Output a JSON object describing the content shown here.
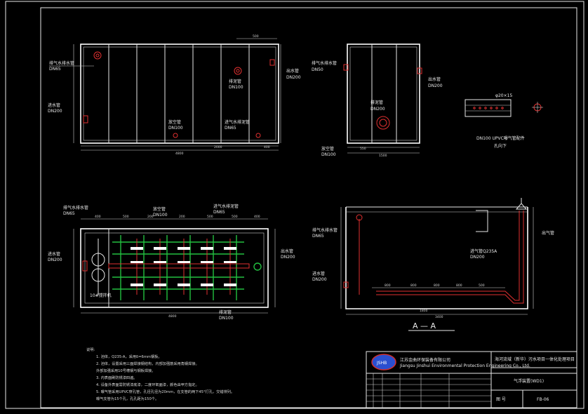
{
  "labels": {
    "exhaust_pipe": "排气水排水管",
    "dn65": "DN65",
    "inlet_pipe": "进水管",
    "dn200": "DN200",
    "outlet_pipe": "出水管",
    "drain_pipe": "排泥管",
    "dn100": "DN100",
    "vent_pipe": "放空管",
    "dn50": "DN50",
    "air_pipe": "进气水排泥管",
    "dn100_upvc": "DN100 UPVC曝气管配件",
    "hole_spec": "φ20×15",
    "hole_note": "孔向下",
    "aerator": "10#搅拌机",
    "gas_pipe": "进气管Q235A",
    "section": "A — A",
    "side_label": "出气管"
  },
  "dims": {
    "d500": "500",
    "d400": "400",
    "d4800": "4800",
    "d2000": "2000",
    "d1500": "1500",
    "d550": "550",
    "d200": "200",
    "d800": "800",
    "d3400": "3400",
    "d1800": "1800"
  },
  "notes": {
    "heading": "说明:",
    "lines": [
      "1. 池体，Q235-A，采用δ=6mm钢板。",
      "2. 池体，设置采用三面焊接钢结构，内部加强筋采用角钢焊接。",
      "   外部加强采用10号槽钢与钢板焊接。",
      "3. 内表面刷防锈漆四遍。",
      "4. 设备外表面需防锈漆底漆，二度环氧面漆，颜色由甲方指定。",
      "5. 曝气管采用UPVC穿孔管，孔径孔径为20mm，在支管的两下45°打孔，交错排列。",
      "   曝气支管为15个孔，孔孔距为150个。"
    ]
  },
  "title_block": {
    "company_cn": "江苏金曲环保装备有限公司",
    "company_en": "Jiangsu Jinshui Environmental Protection Engineering Co., Ltd.",
    "project": "海河流域（新华）污水项目一体化处理项目",
    "drawing_name": "气浮装置(WD1)",
    "number_label": "图  号",
    "number": "FB-06",
    "logo_text": "JSHB"
  }
}
